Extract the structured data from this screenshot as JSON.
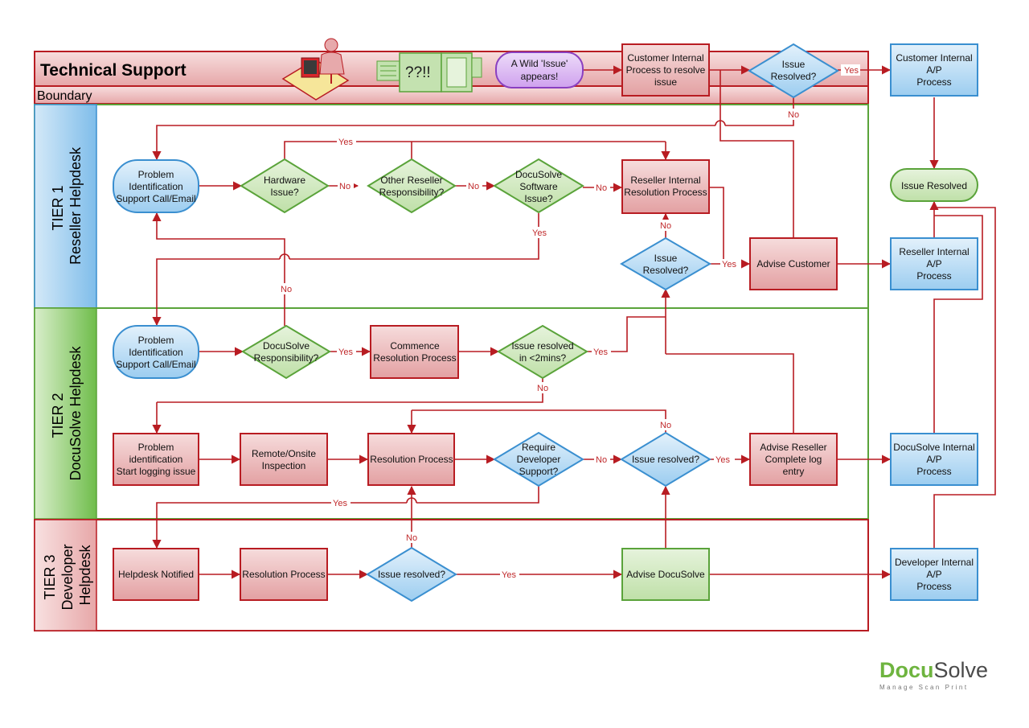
{
  "header": {
    "title": "Technical Support",
    "boundary": "Boundary",
    "monitor_text": "??!!"
  },
  "lanes": {
    "tier1": [
      "TIER 1",
      "Reseller Helpdesk"
    ],
    "tier2": [
      "TIER 2",
      "DocuSolve Helpdesk"
    ],
    "tier3": [
      "TIER 3",
      "Developer",
      "Helpdesk"
    ]
  },
  "nodes": {
    "wild_issue": [
      "A Wild 'Issue'",
      "appears!"
    ],
    "cust_internal": [
      "Customer Internal",
      "Process to resolve",
      "issue"
    ],
    "issue_resolved_top": [
      "Issue",
      "Resolved?"
    ],
    "cust_ap": [
      "Customer Internal",
      "A/P",
      "Process"
    ],
    "issue_resolved_final": [
      "Issue Resolved"
    ],
    "t1_problem": [
      "Problem",
      "Identification",
      "Support Call/Email"
    ],
    "t1_hardware": [
      "Hardware",
      "Issue?"
    ],
    "t1_other_reseller": [
      "Other Reseller",
      "Responsibility?"
    ],
    "t1_docusolve_sw": [
      "DocuSolve",
      "Software",
      "Issue?"
    ],
    "t1_reseller_internal": [
      "Reseller Internal",
      "Resolution Process"
    ],
    "t1_issue_resolved": [
      "Issue",
      "Resolved?"
    ],
    "t1_advise_customer": [
      "Advise Customer"
    ],
    "reseller_ap": [
      "Reseller Internal",
      "A/P",
      "Process"
    ],
    "t2_problem": [
      "Problem",
      "Identification",
      "Support Call/Email"
    ],
    "t2_responsibility": [
      "DocuSolve",
      "Responsibility?"
    ],
    "t2_commence": [
      "Commence",
      "Resolution Process"
    ],
    "t2_resolved_2min": [
      "Issue resolved",
      "in <2mins?"
    ],
    "t2_logging": [
      "Problem",
      "identification",
      "Start logging issue"
    ],
    "t2_remote": [
      "Remote/Onsite",
      "Inspection"
    ],
    "t2_resolution": [
      "Resolution Process"
    ],
    "t2_require_dev": [
      "Require",
      "Developer",
      "Support?"
    ],
    "t2_issue_resolved": [
      "Issue resolved?"
    ],
    "t2_advise_reseller": [
      "Advise Reseller",
      "Complete log",
      "entry"
    ],
    "docusolve_ap": [
      "DocuSolve Internal",
      "A/P",
      "Process"
    ],
    "t3_notified": [
      "Helpdesk Notified"
    ],
    "t3_resolution": [
      "Resolution Process"
    ],
    "t3_issue_resolved": [
      "Issue resolved?"
    ],
    "t3_advise_docusolve": [
      "Advise DocuSolve"
    ],
    "developer_ap": [
      "Developer Internal",
      "A/P",
      "Process"
    ]
  },
  "labels": {
    "yes": "Yes",
    "no": "No"
  },
  "logo": {
    "docu": "Docu",
    "solve": "Solve",
    "tagline": "Manage  Scan  Print"
  },
  "colors": {
    "red_fill": "#e7a9ab",
    "red_stroke": "#b81c22",
    "green_fill": "#c4e2b0",
    "green_stroke": "#5aa33a",
    "blue_fill": "#a9d3f2",
    "blue_stroke": "#3a8fd0",
    "purple_fill": "#d8b2f0",
    "purple_stroke": "#8a3fc0"
  }
}
